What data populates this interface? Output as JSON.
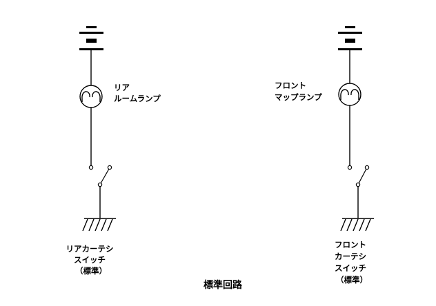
{
  "left_circuit": {
    "lamp_label": [
      "リア",
      "ルームランプ"
    ],
    "switch_label": [
      "リアカーテシ",
      "スイッチ",
      "（標準）"
    ]
  },
  "right_circuit": {
    "lamp_label": [
      "フロント",
      "マップランプ"
    ],
    "switch_label": [
      "フロント",
      "カーテシ",
      "スイッチ",
      "（標準）"
    ]
  },
  "caption": "標準回路"
}
